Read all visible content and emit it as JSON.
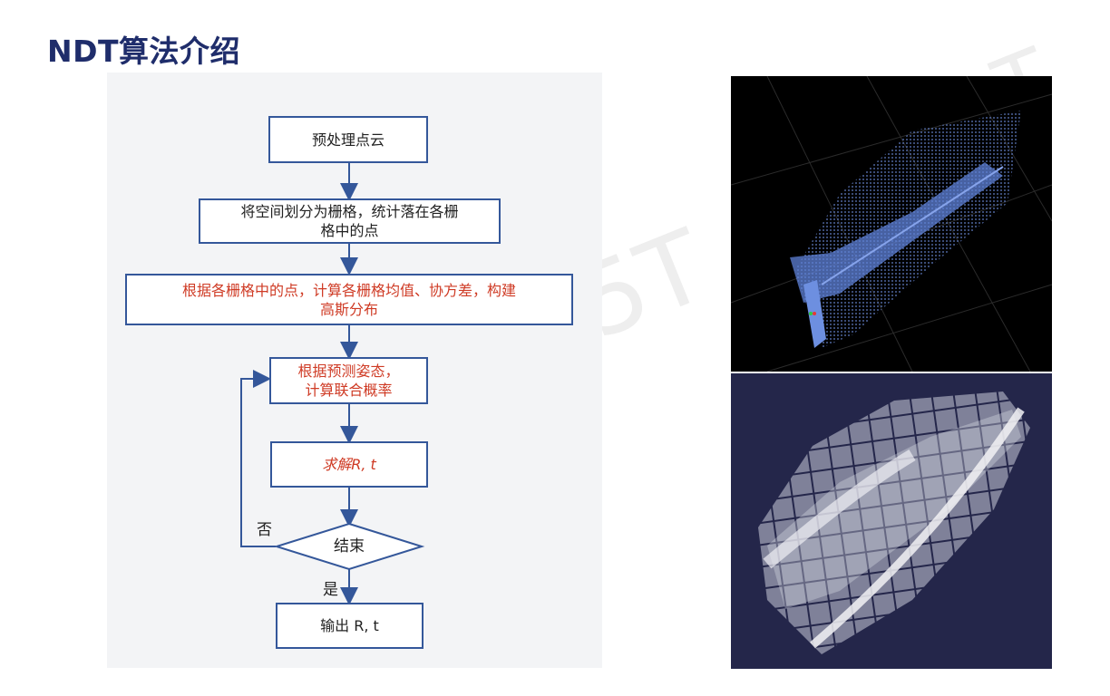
{
  "title": "NDT算法介绍",
  "flowchart": {
    "step1": "预处理点云",
    "step2_line1": "将空间划分为栅格，统计落在各栅",
    "step2_line2": "格中的点",
    "step3_line1": "根据各栅格中的点，计算各栅格均值、协方差，构建",
    "step3_line2": "高斯分布",
    "step4_line1": "根据预测姿态，",
    "step4_line2": "计算联合概率",
    "step5": "求解R, t",
    "decision": "结束",
    "no_label": "否",
    "yes_label": "是",
    "output": "输出 R, t"
  },
  "colors": {
    "title": "#1f2d6b",
    "box_border": "#34579a",
    "highlight_text": "#cf3b25"
  },
  "images": {
    "top": "point-cloud-visualization",
    "bottom": "ndt-voxel-distribution-visualization"
  }
}
